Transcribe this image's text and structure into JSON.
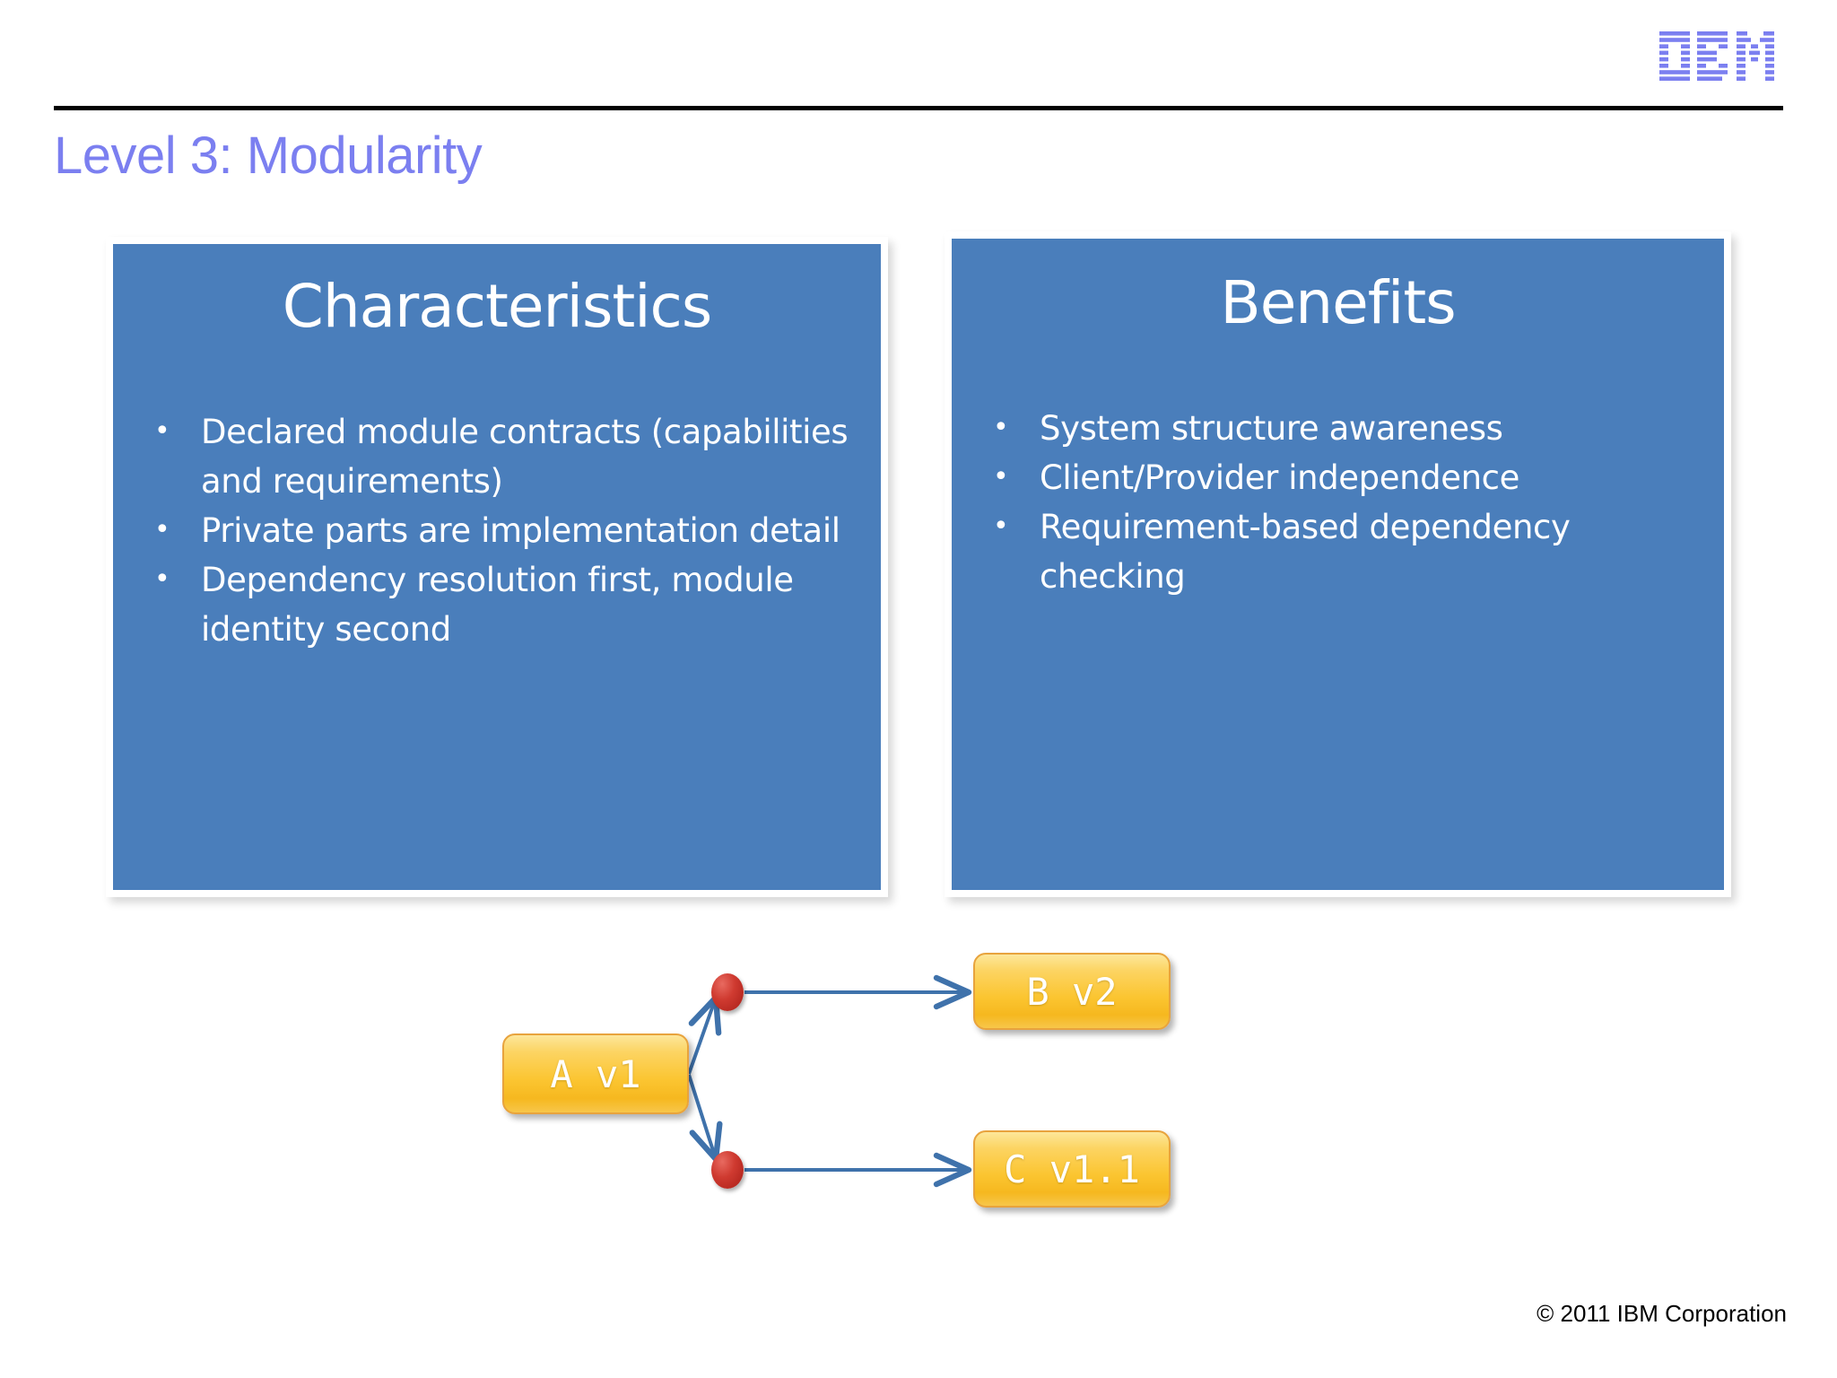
{
  "header": {
    "logo_name": "ibm-logo",
    "logo_text": "IBM",
    "rule_color": "#000000"
  },
  "slide": {
    "title": "Level 3: Modularity",
    "title_color": "#7b7ff0",
    "background_color": "#ffffff"
  },
  "panels": [
    {
      "id": "characteristics",
      "heading": "Characteristics",
      "fill_color": "#4a7ebb",
      "text_color": "#ffffff",
      "bullets": [
        "Declared module contracts (capabilities and requirements)",
        "Private parts are implementation detail",
        "Dependency resolution first, module identity second"
      ]
    },
    {
      "id": "benefits",
      "heading": "Benefits",
      "fill_color": "#4a7ebb",
      "text_color": "#ffffff",
      "bullets": [
        "System structure awareness",
        "Client/Provider independence",
        "Requirement-based dependency checking"
      ]
    }
  ],
  "diagram": {
    "node_fill_color": "#fbc531",
    "node_border_color": "#e8a33d",
    "node_text_color": "#ffffff",
    "edge_color": "#3f72ab",
    "dot_color": "#cf3a30",
    "nodes": [
      {
        "id": "a",
        "label": "A v1"
      },
      {
        "id": "b",
        "label": "B v2"
      },
      {
        "id": "c",
        "label": "C v1.1"
      }
    ],
    "dots": [
      {
        "id": "dot-b",
        "name": "requirement-dot-b"
      },
      {
        "id": "dot-c",
        "name": "requirement-dot-c"
      }
    ],
    "edges": [
      {
        "from": "a",
        "to": "dot-b"
      },
      {
        "from": "dot-b",
        "to": "b"
      },
      {
        "from": "a",
        "to": "dot-c"
      },
      {
        "from": "dot-c",
        "to": "c"
      }
    ]
  },
  "footer": {
    "copyright": "© 2011 IBM Corporation"
  }
}
